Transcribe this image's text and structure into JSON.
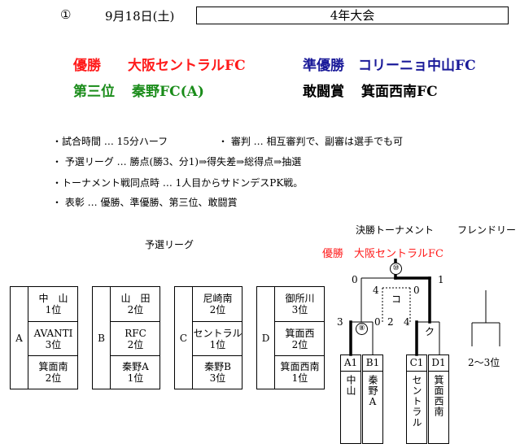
{
  "header": {
    "number": "①",
    "date": "9月18日(土)",
    "title": "4年大会"
  },
  "awards": {
    "winner_label": "優勝",
    "winner_team": "大阪セントラルFC",
    "runner_label": "準優勝",
    "runner_team": "コリーニョ中山FC",
    "third_label": "第三位",
    "third_team": "秦野FC(A)",
    "fight_label": "敢闘賞",
    "fight_team": "箕面西南FC"
  },
  "rules": [
    "・試合時間 … 15分ハーフ",
    "・ 審判 … 相互審判で、副審は選手でも可",
    "・ 予選リーグ … 勝点(勝3、分1)⇒得失差⇒総得点⇒抽選",
    "・トーナメント戦同点時 … 1人目からサドンデスPK戦。",
    "・ 表彰 … 優勝、準優勝、第三位、敢闘賞"
  ],
  "sections": {
    "prelim": "予選リーグ",
    "final_tournament": "決勝トーナメント",
    "friendly": "フレンドリー",
    "final_winner": "優勝　大阪セントラルFC",
    "friendly_range": "2～3位"
  },
  "groups": [
    {
      "letter": "A",
      "teams": [
        {
          "name": "中　山",
          "rank": "1位"
        },
        {
          "name": "AVANTI",
          "rank": "3位"
        },
        {
          "name": "箕面南",
          "rank": "2位"
        }
      ]
    },
    {
      "letter": "B",
      "teams": [
        {
          "name": "山　田",
          "rank": "2位"
        },
        {
          "name": "RFC",
          "rank": "2位"
        },
        {
          "name": "秦野A",
          "rank": "1位"
        }
      ]
    },
    {
      "letter": "C",
      "teams": [
        {
          "name": "尼崎南",
          "rank": "2位"
        },
        {
          "name": "セントラル",
          "rank": "1位"
        },
        {
          "name": "秦野B",
          "rank": "3位"
        }
      ]
    },
    {
      "letter": "D",
      "teams": [
        {
          "name": "御所川",
          "rank": "3位"
        },
        {
          "name": "箕面西",
          "rank": "2位"
        },
        {
          "name": "箕面西南",
          "rank": "1位"
        }
      ]
    }
  ],
  "bracket": {
    "slots": [
      {
        "code": "A1",
        "team": "中山"
      },
      {
        "code": "B1",
        "team": "秦野A"
      },
      {
        "code": "C1",
        "team": "セントラル"
      },
      {
        "code": "D1",
        "team": "箕面西南"
      }
    ],
    "match_final": "⑩",
    "match_semi_left": "⑧",
    "label_ko": "コ",
    "label_ku": "ク",
    "scores": {
      "final_left": "0",
      "final_right": "1",
      "ko_left": "4",
      "ko_right": "0",
      "semi_left_a": "3",
      "semi_left_b": "0",
      "semi_right_c": "2",
      "semi_right_d": "4"
    }
  },
  "colors": {
    "red": "#ff1a1a",
    "blue": "#1a1a99",
    "green": "#1a8c1a"
  }
}
